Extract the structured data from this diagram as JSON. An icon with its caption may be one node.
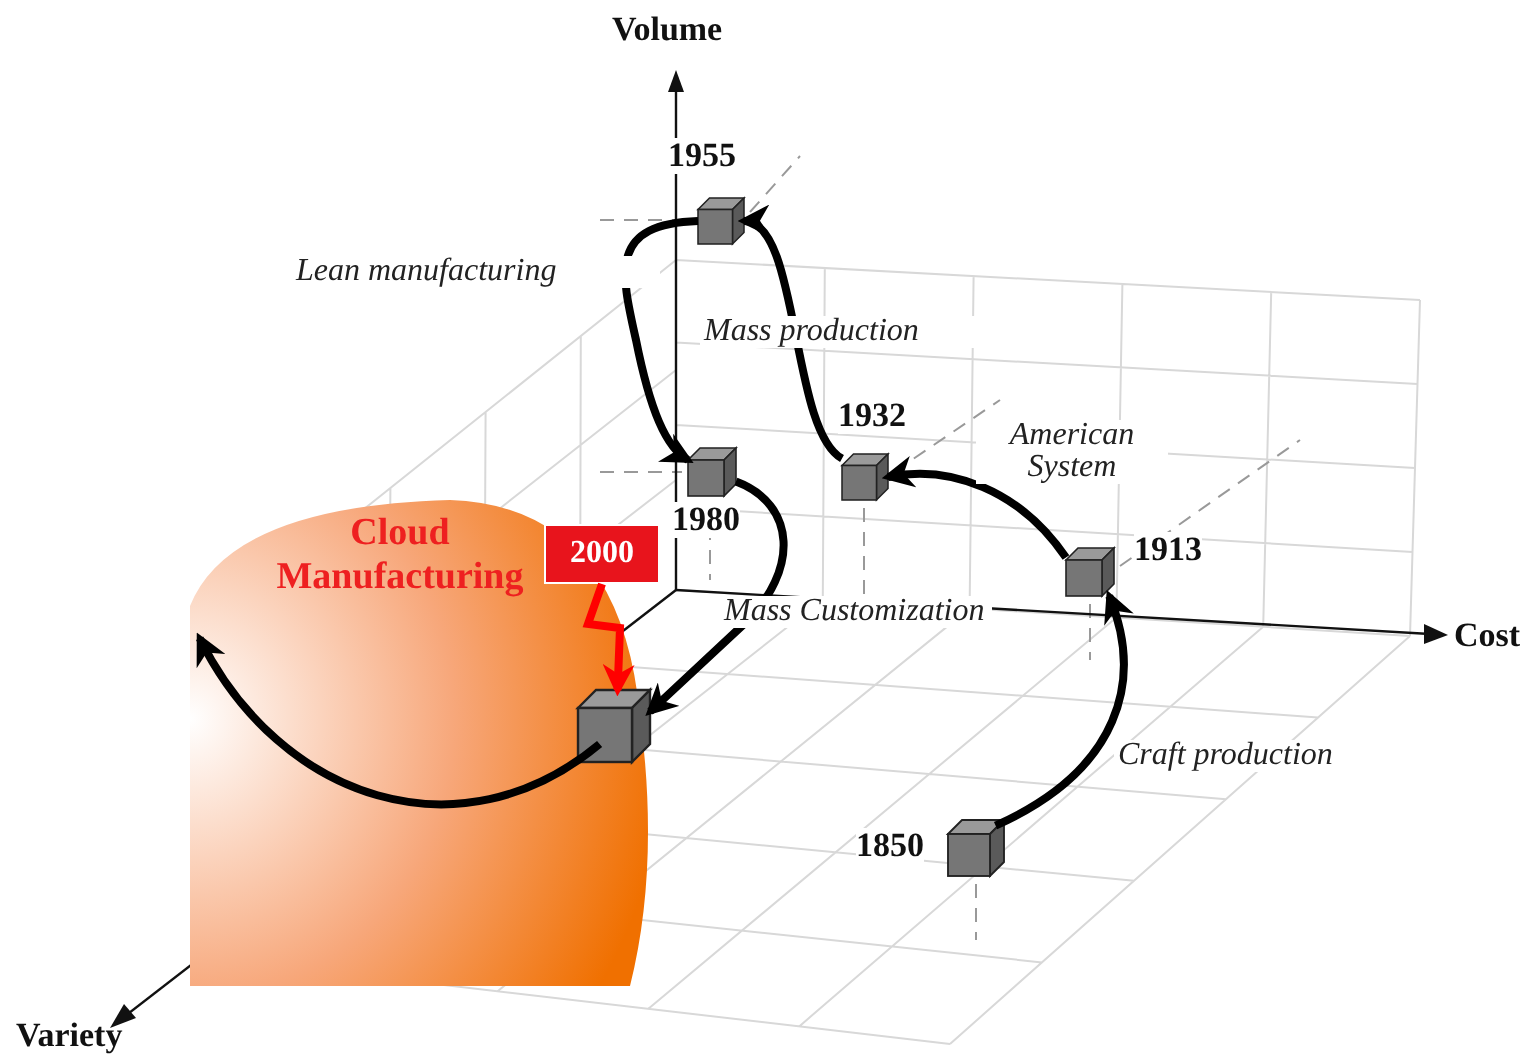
{
  "diagram": {
    "nodes": [
      {
        "text": [],
        "shape": "box",
        "beside": [
          "1955"
        ]
      },
      {
        "text": [],
        "shape": "box",
        "beside": [
          "1932"
        ]
      },
      {
        "text": [],
        "shape": "box",
        "beside": [
          "1980"
        ]
      },
      {
        "text": [
          "Cloud Manufacturing"
        ]
      },
      {
        "text": [
          "2000"
        ],
        "in": 3
      },
      {
        "text": [],
        "shape": "box",
        "in": 3
      },
      {
        "text": [],
        "shape": "box",
        "beside": [
          "1913"
        ]
      },
      {
        "text": [],
        "shape": "box",
        "beside": [
          "1850"
        ]
      }
    ],
    "edges": [
      {
        "from": 7,
        "to": 6,
        "arrow": "to",
        "label": "Craft production"
      },
      {
        "from": 6,
        "to": 1,
        "arrow": "to",
        "label": "American System"
      },
      {
        "from": 1,
        "to": 0,
        "arrow": "to",
        "label": "Mass production"
      },
      {
        "from": 0,
        "to": 2,
        "arrow": "to",
        "label": "Lean manufacturing"
      },
      {
        "from": 2,
        "to": 5,
        "arrow": "to",
        "label": "Mass Customization"
      },
      {
        "from": 5,
        "to": 3,
        "arrow": "to"
      },
      {
        "from": 4,
        "to": 5,
        "arrow": "to",
        "color": "#ff0000"
      }
    ],
    "labels": [
      "Volume",
      "Cost",
      "Variety"
    ]
  }
}
